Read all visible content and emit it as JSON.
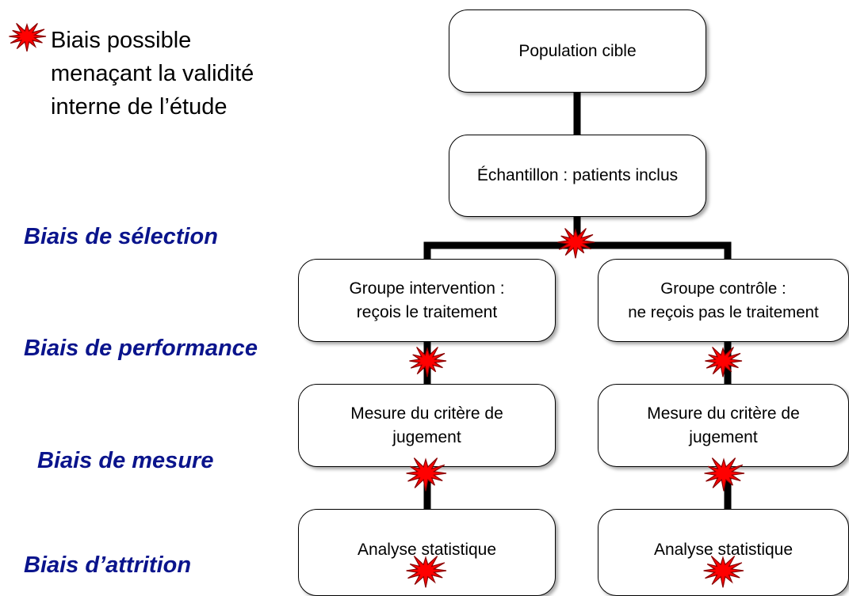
{
  "legend": {
    "lines": [
      "Biais possible",
      "menaçant la validité",
      "interne de l’étude"
    ],
    "icon": "burst-icon"
  },
  "nodes": {
    "population": [
      "Population cible"
    ],
    "sample": [
      "Échantillon : patients inclus"
    ],
    "group_intervention": [
      "Groupe intervention :",
      "reçois le traitement"
    ],
    "group_control": [
      "Groupe contrôle :",
      "ne reçois pas le traitement"
    ],
    "measure_intervention": [
      "Mesure du critère de",
      "jugement"
    ],
    "measure_control": [
      "Mesure du critère de",
      "jugement"
    ],
    "analysis_intervention": [
      "Analyse statistique"
    ],
    "analysis_control": [
      "Analyse statistique"
    ]
  },
  "biases": {
    "selection": "Biais de sélection",
    "performance": "Biais de performance",
    "measure": "Biais de mesure",
    "attrition": "Biais d’attrition"
  },
  "colors": {
    "bias_text": "#0a148c",
    "burst_fill": "#ff0000",
    "burst_stroke": "#8b0000",
    "connector": "#000000"
  }
}
